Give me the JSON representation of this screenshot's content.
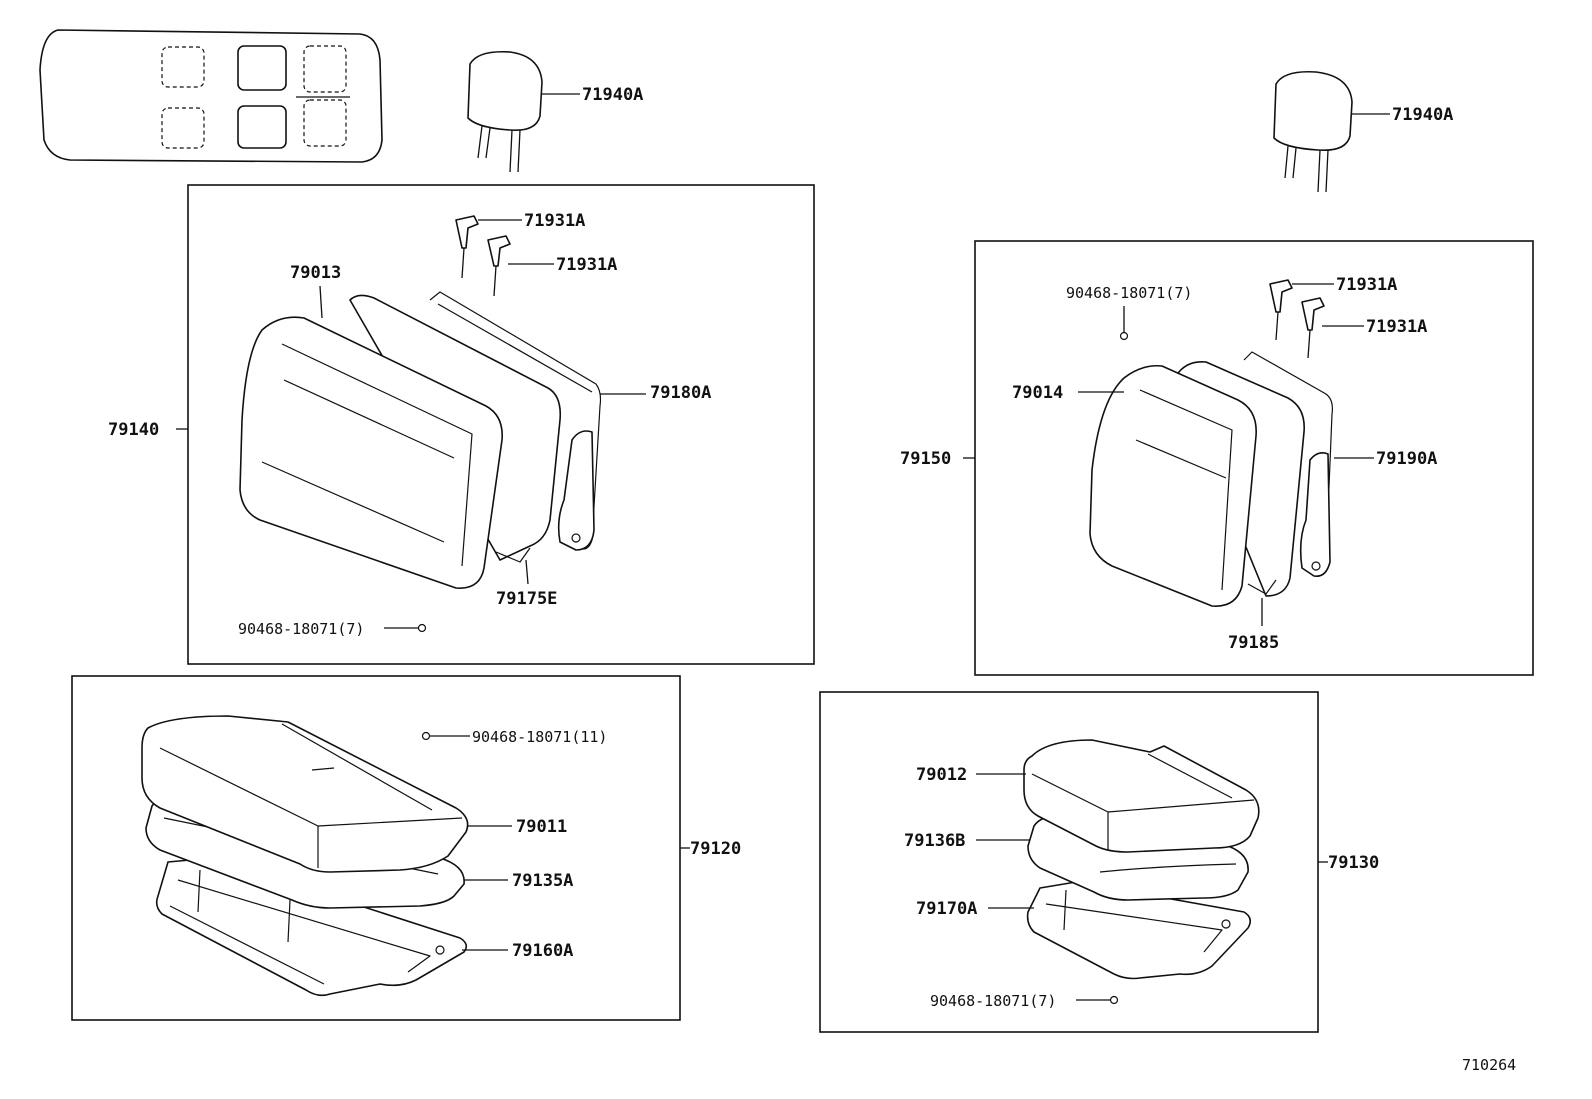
{
  "diagram_code": "710264",
  "locator": {
    "name": "seat-position-locator",
    "highlighted": "second-row-seats"
  },
  "groups": {
    "rear_back_wide": "79140",
    "rear_cushion_wide": "79120",
    "rear_back_single": "79150",
    "rear_cushion_single": "79130"
  },
  "labels": {
    "headrest_left": "71940A",
    "headrest_right": "71940A",
    "support_l1": "71931A",
    "support_l2": "71931A",
    "support_r1": "71931A",
    "support_r2": "71931A",
    "back_cover_wide": "79013",
    "back_frame_wide": "79180A",
    "back_pad_wide": "79175E",
    "hogring_back_wide": "90468-18071(7)",
    "hogring_back_single": "90468-18071(7)",
    "back_cover_single": "79014",
    "back_frame_single": "79190A",
    "back_pad_single": "79185",
    "hogring_cushion_wide": "90468-18071(11)",
    "cushion_cover_wide": "79011",
    "cushion_pad_wide": "79135A",
    "cushion_frame_wide": "79160A",
    "cushion_cover_single": "79012",
    "cushion_pad_single": "79136B",
    "cushion_frame_single": "79170A",
    "hogring_cushion_single": "90468-18071(7)"
  }
}
